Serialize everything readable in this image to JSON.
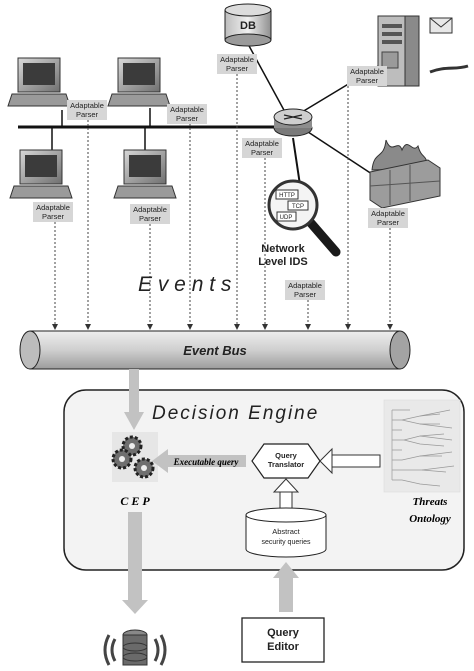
{
  "labels": {
    "db": "DB",
    "parser_line1": "Adaptable",
    "parser_line2": "Parser",
    "events": "E v e n t s",
    "network_ids_line1": "Network",
    "network_ids_line2": "Level IDS",
    "event_bus": "Event Bus",
    "decision_engine": "Decision  Engine",
    "executable_query": "Executable query",
    "query_translator_line1": "Query",
    "query_translator_line2": "Translator",
    "cep": "C E P",
    "threats_line1": "Threats",
    "threats_line2": "Ontology",
    "abstract_line1": "Abstract",
    "abstract_line2": "security queries",
    "query_editor_line1": "Query",
    "query_editor_line2": "Editor",
    "ids_proto1": "HTTP",
    "ids_proto2": "TCP",
    "ids_proto3": "UDP"
  },
  "colors": {
    "bus_fill": "#d4d4d4",
    "engine_fill": "#f3f3f3",
    "arrow_gray": "#c2c2c2",
    "firewall_flame": "#8a8a8a"
  }
}
